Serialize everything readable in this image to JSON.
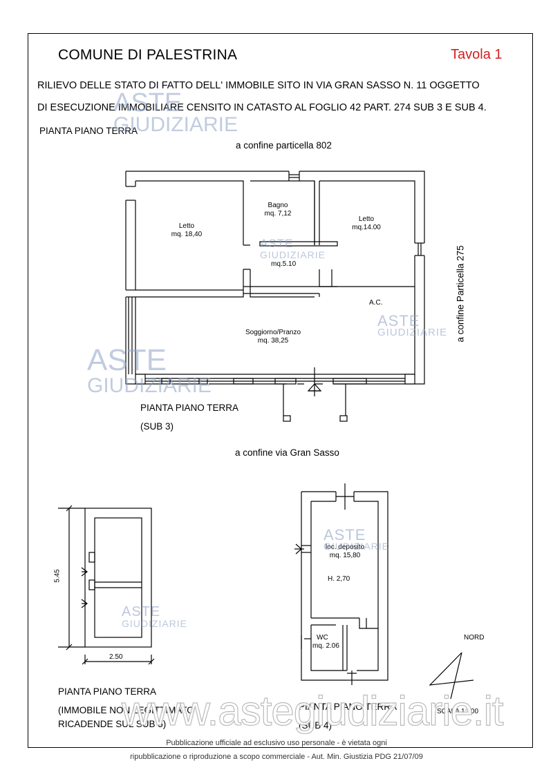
{
  "header": {
    "title": "COMUNE DI  PALESTRINA",
    "tavola": "Tavola 1",
    "line1": "RILIEVO DELLE STATO DI FATTO DELL' IMMOBILE  SITO IN VIA GRAN SASSO  N. 11  OGGETTO",
    "line2": "DI ESECUZIONE IMMOBILIARE CENSITO IN CATASTO AL FOGLIO 42 PART. 274 SUB 3 E SUB 4."
  },
  "plan_main": {
    "heading": "PIANTA PIANO TERRA",
    "border_top": "a confine particella 802",
    "border_right": "a confine Particella 275",
    "border_bottom": "a confine via Gran Sasso",
    "caption1": "PIANTA PIANO TERRA",
    "caption2": "(SUB 3)",
    "rooms": {
      "letto1_name": "Letto",
      "letto1_area": "mq. 18,40",
      "bagno_name": "Bagno",
      "bagno_area": "mq. 7,12",
      "letto2_name": "Letto",
      "letto2_area": "mq.14.00",
      "disimpegno_area": "mq.5.10",
      "ac": "A.C.",
      "soggiorno_name": "Soggiorno/Pranzo",
      "soggiorno_area": "mq. 38,25"
    }
  },
  "plan_left": {
    "dim_height": "5.45",
    "dim_width": "2.50",
    "caption1": "PIANTA PIANO TERRA",
    "caption2": "(IMMOBILE NON LEGITTIMATO",
    "caption3": "RICADENDE SUL SUB 5)"
  },
  "plan_sub4": {
    "room_name": "loc. deposito",
    "room_area": "mq. 15,80",
    "height": "H. 2,70",
    "wc_name": "WC",
    "wc_area": "mq. 2.06",
    "caption1": "PIANTA PIANO TERRA",
    "caption2": "(SUB 4)"
  },
  "north": {
    "label": "NORD",
    "scale": "SCALA 1:100"
  },
  "watermark": {
    "brand_top": "ASTE",
    "brand_bottom": "GIUDIZIARIE",
    "url": "www.astegiudiziarie.it"
  },
  "footer": {
    "line1": "Pubblicazione ufficiale ad esclusivo uso personale - è vietata ogni",
    "line2": "ripubblicazione o riproduzione a scopo commerciale - Aut. Min. Giustizia PDG 21/07/09"
  }
}
